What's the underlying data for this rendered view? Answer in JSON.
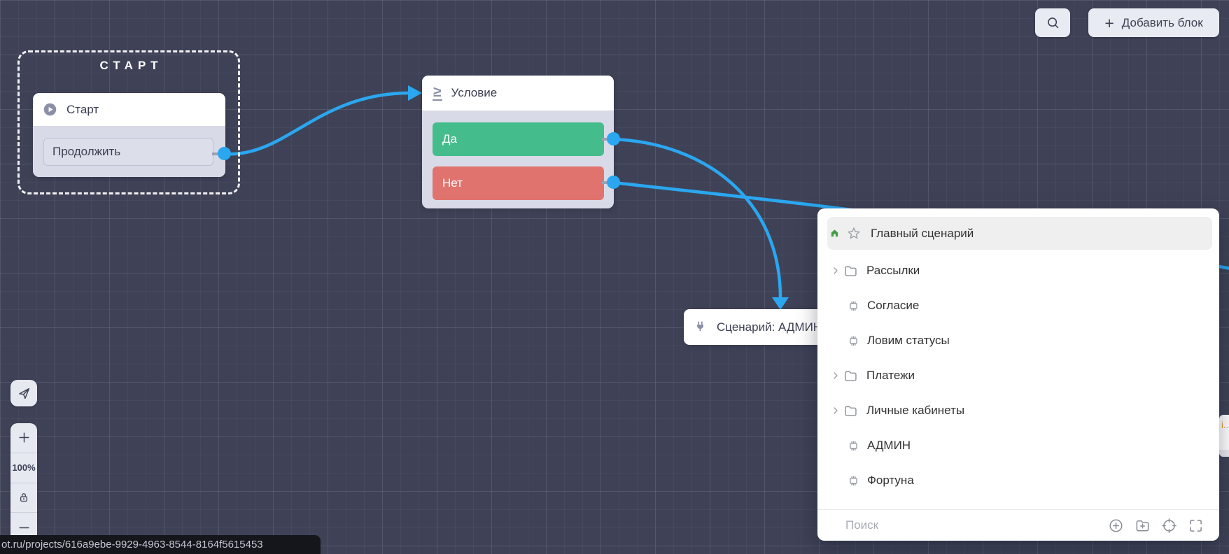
{
  "colors": {
    "canvas_bg": "#3f4257",
    "accent_blue": "#2aa7f0",
    "yes_green": "#45bc8c",
    "no_red": "#e0736e",
    "panel_highlight": "#efefef",
    "home_green": "#43a047"
  },
  "header": {
    "add_block_label": "Добавить блок",
    "plus_glyph": "+"
  },
  "nodes": {
    "start_group_title": "СТАРТ",
    "start": {
      "title": "Старт",
      "button_label": "Продолжить"
    },
    "condition": {
      "icon_glyph": "≥",
      "title": "Условие",
      "output_yes": "Да",
      "output_no": "Нет"
    },
    "scenario": {
      "title": "Сценарий: АДМИН"
    },
    "clipped_node_fragment": "i..."
  },
  "scenario_panel": {
    "items": [
      {
        "label": "Главный сценарий",
        "type": "scenario",
        "active": true
      },
      {
        "label": "Рассылки",
        "type": "folder"
      },
      {
        "label": "Согласие",
        "type": "scenario"
      },
      {
        "label": "Ловим статусы",
        "type": "scenario"
      },
      {
        "label": "Платежи",
        "type": "folder"
      },
      {
        "label": "Личные кабинеты",
        "type": "folder"
      },
      {
        "label": "АДМИН",
        "type": "scenario"
      },
      {
        "label": "Фортуна",
        "type": "scenario"
      }
    ],
    "search_placeholder": "Поиск"
  },
  "zoom_toolbar": {
    "zoom_level": "100%"
  },
  "status_bar": {
    "url": "ot.ru/projects/616a9ebe-9929-4963-8544-8164f5615453"
  }
}
